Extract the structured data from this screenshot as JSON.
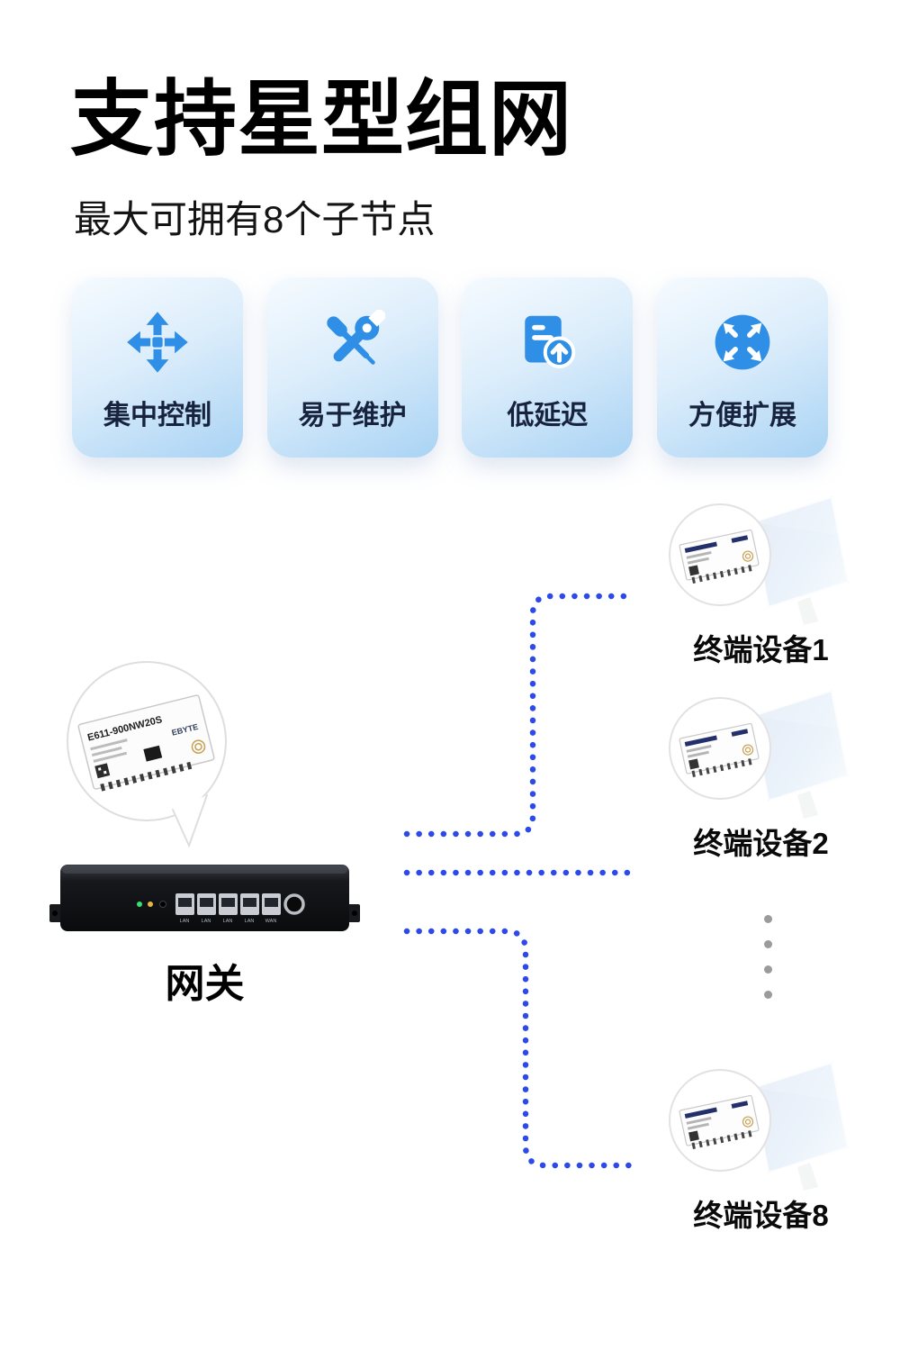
{
  "header": {
    "title": "支持星型组网",
    "subtitle": "最大可拥有8个子节点"
  },
  "features": [
    {
      "label": "集中控制",
      "icon": "centralized-control-icon"
    },
    {
      "label": "易于维护",
      "icon": "maintenance-icon"
    },
    {
      "label": "低延迟",
      "icon": "low-latency-icon"
    },
    {
      "label": "方便扩展",
      "icon": "expand-icon"
    }
  ],
  "diagram": {
    "gateway_label": "网关",
    "gateway_ports": [
      "LAN",
      "LAN",
      "LAN",
      "LAN",
      "WAN"
    ],
    "module": {
      "model": "E611-900NW20S",
      "brand": "EBYTE"
    },
    "devices": [
      {
        "label": "终端设备1"
      },
      {
        "label": "终端设备2"
      },
      {
        "label": "终端设备8"
      }
    ]
  },
  "colors": {
    "icon_blue": "#2f8fe6",
    "connector_blue": "#2e49ea",
    "card_gradient_start": "#f6fbff",
    "card_gradient_end": "#a9d3f4",
    "solar_panel_dark": "#0a4aa8",
    "solar_panel_light": "#9ccdf0"
  }
}
